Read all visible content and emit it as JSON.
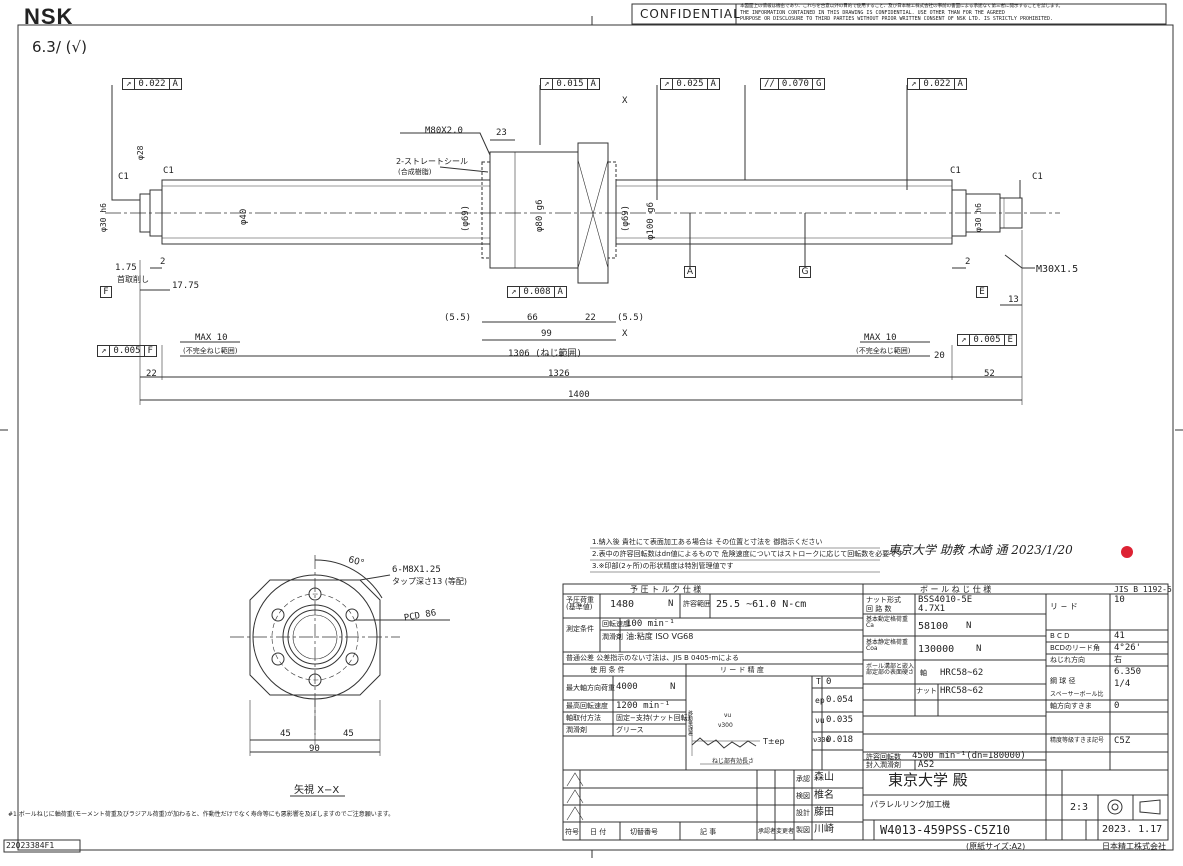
{
  "header": {
    "logo": "NSK",
    "confidential": "CONFIDENTIAL",
    "notice_jp": "本図面上の情報は機密であり、これらを合意以外の目的で使用すること、及び日本精工株式会社の事前の書面による承諾なく第三者に開示することを禁じます。",
    "notice_en1": "THE INFORMATION CONTAINED IN THIS DRAWING IS CONFIDENTIAL. USE OTHER THAN FOR THE AGREED",
    "notice_en2": "PURPOSE OR DISCLOSURE TO THIRD PARTIES WITHOUT PRIOR WRITTEN CONSENT OF NSK LTD. IS STRICTLY PROHIBITED."
  },
  "surface_symbol": "6.3/ (√)",
  "gdt": {
    "left_runout": [
      "↗",
      "0.022",
      "A"
    ],
    "nut_runout": [
      "↗",
      "0.015",
      "A"
    ],
    "flange_runout": [
      "↗",
      "0.025",
      "A"
    ],
    "straightness": [
      "//",
      "0.070",
      "G"
    ],
    "right_runout": [
      "↗",
      "0.022",
      "A"
    ],
    "nut_low": [
      "↗",
      "0.008",
      "A"
    ],
    "left_bottom": [
      "↗",
      "0.005",
      "F"
    ],
    "right_bottom": [
      "↗",
      "0.005",
      "E"
    ]
  },
  "dims": {
    "m80": "M80X2.0",
    "d23": "23",
    "seal": "2-ストレートシール",
    "seal_sub": "(合成樹脂)",
    "c1a": "C1",
    "c1b": "C1",
    "c1c": "C1",
    "c1d": "C1",
    "phi28": "φ28",
    "phi30_left": "φ30 h6",
    "phi40": "φ40",
    "phi69a": "(φ69)",
    "phi80": "φ80 g6",
    "phi69b": "(φ69)",
    "phi100": "φ100 g6",
    "phi30_right": "φ30 h6",
    "m30": "M30X1.5",
    "d175a": "1.75",
    "d2a": "2",
    "neck": "首取削し",
    "d1775": "17.75",
    "d55a": "(5.5)",
    "d66": "66",
    "d22": "22",
    "d55b": "(5.5)",
    "d99": "99",
    "max10a": "MAX 10",
    "incomplete_a": "(不完全ねじ範囲)",
    "max10b": "MAX 10",
    "incomplete_b": "(不完全ねじ範囲)",
    "d1306": "1306 (ねじ範囲)",
    "d20": "20",
    "d2b": "2",
    "d13": "13",
    "d22b": "22",
    "d1326": "1326",
    "d52": "52",
    "d1400": "1400",
    "datum_a": "A",
    "datum_g": "G",
    "datum_f": "F",
    "datum_e": "E",
    "x_arrow_top": "X",
    "x_arrow_bottom": "X"
  },
  "flange": {
    "angle": "60°",
    "tap": "6-M8X1.25",
    "tap_depth": "タップ深さ13 (等配)",
    "pcd": "PCD 86",
    "d45a": "45",
    "d45b": "45",
    "d90": "90",
    "view": "矢視 X−X"
  },
  "notes": [
    "1.納入後 貴社にて表面加工ある場合は その位置と寸法を 御指示ください",
    "2.表中の許容回転数はdn値によるもので 危険速度についてはストロークに応じて回転数を必要です",
    "3.※印部(2ヶ所)の形状精度は特別管理値です"
  ],
  "signature": "東京大学 助教 木崎 通 2023/1/20",
  "footnote": "#1.ボールねじに軸荷重(モーメント荷重及びラジアル荷重)が加わると、作動性だけでなく寿命等にも悪影響を及ぼしますのでご注意願います。",
  "table": {
    "torque_title": "予 圧 ト ル ク 仕 様",
    "preload_label": "予圧荷重(基準値)",
    "preload_value": "1480",
    "preload_unit": "N",
    "range_label": "許容範囲",
    "range_value": "25.5 ~61.0 N-cm",
    "cond_label": "測定条件",
    "rpm_label": "回転速度",
    "rpm_value": "100 min⁻¹",
    "lub_label": "潤滑剤",
    "lub_value": "油:粘度 ISO VG68",
    "tolerance": "普通公差 公差指示のない寸法は、JIS B 0405-mによる",
    "use_title": "使 用 条 件",
    "lead_title": "リ ー ド 精 度",
    "load_label": "最大軸方向荷重",
    "load_value": "4000",
    "load_unit": "N",
    "speed_label": "最高回転速度",
    "speed_value": "1200 min⁻¹",
    "mount_label": "軸取付方法",
    "mount_value": "固定−支持(ナット回転)",
    "lube_label": "潤滑剤",
    "lube_value": "グリース",
    "lead_t": "T",
    "lead_t_val": "0",
    "lead_ep": "ep",
    "lead_ep_val": "0.054",
    "lead_vu": "νu",
    "lead_vu_val": "0.035",
    "lead_v300": "ν300",
    "lead_v300_val": "0.018",
    "graph_v300": "ν300",
    "graph_vu": "νu",
    "graph_tep": "T±ep",
    "graph_axis": "移動量誤差",
    "graph_note": "ねじ部有効長さ",
    "spec_title": "ボ ー ル ね じ 仕 様",
    "jis": "JIS B 1192-5",
    "nut_type_label": "ナット形式",
    "nut_type": "BSS4010-5E",
    "circuit_label": "回 路 数",
    "circuit": "4.7X1",
    "ca_label": "基本動定格荷重 Ca",
    "ca": "58100",
    "ca_unit": "N",
    "coa_label": "基本静定格荷重 Coa",
    "coa": "130000",
    "coa_unit": "N",
    "hard_label": "ボール溝部と嵌入部定部の表面硬さ",
    "shaft_label": "軸",
    "shaft_hard": "HRC58~62",
    "nut_label": "ナット",
    "nut_hard": "HRC58~62",
    "lead_label": "リ − ド",
    "lead": "10",
    "bcd_label": "B C D",
    "bcd": "41",
    "bcd_lead_label": "BCDのリード角",
    "bcd_lead": "4°26'",
    "dir_label": "ねじれ方向",
    "dir": "右",
    "ball_label": "鋼 球 径",
    "ball": "6.350",
    "ball_frac": "1/4",
    "spacer_label": "スペーサーボール比",
    "clear_label": "軸方向すきま",
    "clear": "0",
    "grade_label": "精度等級すきま記号",
    "grade": "C5Z",
    "allow_rpm_label": "許容回転数",
    "allow_rpm": "4500 min⁻¹(dn=180000)",
    "seal_lub_label": "封入潤滑剤",
    "seal_lub": "AS2",
    "customer": "東京大学 殿",
    "product_label": "パラレルリンク加工機",
    "drawing_no": "W4013-459PSS-C5Z10",
    "scale": "2:3",
    "date": "2023. 1.17",
    "company": "日本精工株式会社",
    "paper_size": "(原紙サイズ:A2)",
    "approved_label": "承認",
    "approved": "森山",
    "checked_label": "検図",
    "checked": "椎名",
    "designed_label": "設計",
    "designed": "藤田",
    "drawn_label": "製図",
    "drawn": "川崎",
    "rev_symbol": "符号",
    "rev_date": "日 付",
    "rev_no": "切替番号",
    "rev_note": "記 事",
    "rev_approver": "承認者",
    "rev_changer": "変更者"
  },
  "doc_id": "22023384F1"
}
